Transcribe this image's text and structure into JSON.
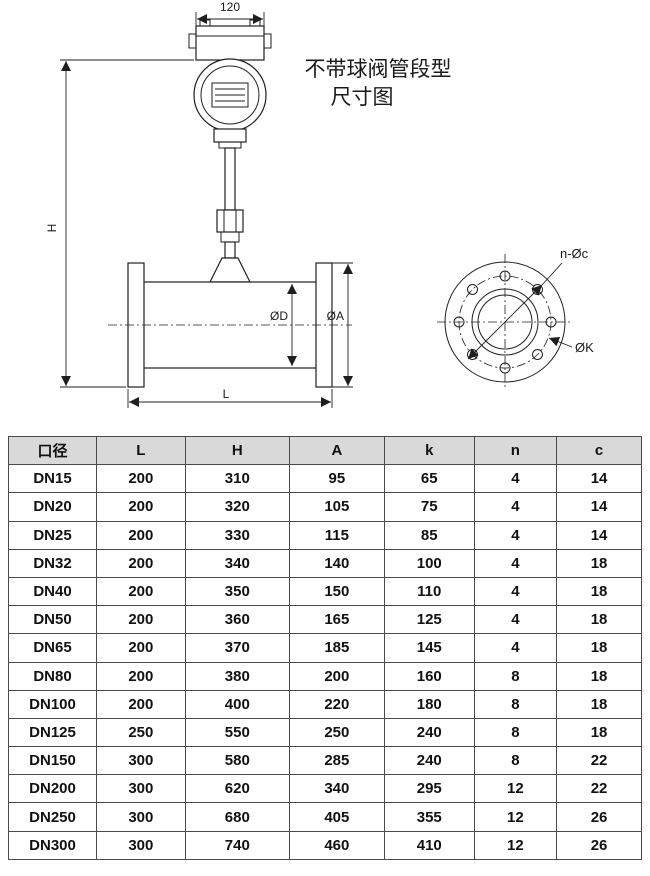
{
  "diagram": {
    "title_line1": "不带球阀管段型",
    "title_line2": "尺寸图",
    "dims": {
      "top_width": "120",
      "height": "H",
      "inner_diameter": "ØD",
      "flange_od": "ØA",
      "length": "L",
      "bolt_holes": "n-Øc",
      "bolt_circle": "ØK"
    }
  },
  "table": {
    "headers": [
      "口径",
      "L",
      "H",
      "A",
      "k",
      "n",
      "c"
    ],
    "rows": [
      [
        "DN15",
        "200",
        "310",
        "95",
        "65",
        "4",
        "14"
      ],
      [
        "DN20",
        "200",
        "320",
        "105",
        "75",
        "4",
        "14"
      ],
      [
        "DN25",
        "200",
        "330",
        "115",
        "85",
        "4",
        "14"
      ],
      [
        "DN32",
        "200",
        "340",
        "140",
        "100",
        "4",
        "18"
      ],
      [
        "DN40",
        "200",
        "350",
        "150",
        "110",
        "4",
        "18"
      ],
      [
        "DN50",
        "200",
        "360",
        "165",
        "125",
        "4",
        "18"
      ],
      [
        "DN65",
        "200",
        "370",
        "185",
        "145",
        "4",
        "18"
      ],
      [
        "DN80",
        "200",
        "380",
        "200",
        "160",
        "8",
        "18"
      ],
      [
        "DN100",
        "200",
        "400",
        "220",
        "180",
        "8",
        "18"
      ],
      [
        "DN125",
        "250",
        "550",
        "250",
        "240",
        "8",
        "18"
      ],
      [
        "DN150",
        "300",
        "580",
        "285",
        "240",
        "8",
        "22"
      ],
      [
        "DN200",
        "300",
        "620",
        "340",
        "295",
        "12",
        "22"
      ],
      [
        "DN250",
        "300",
        "680",
        "405",
        "355",
        "12",
        "26"
      ],
      [
        "DN300",
        "300",
        "740",
        "460",
        "410",
        "12",
        "26"
      ]
    ]
  }
}
